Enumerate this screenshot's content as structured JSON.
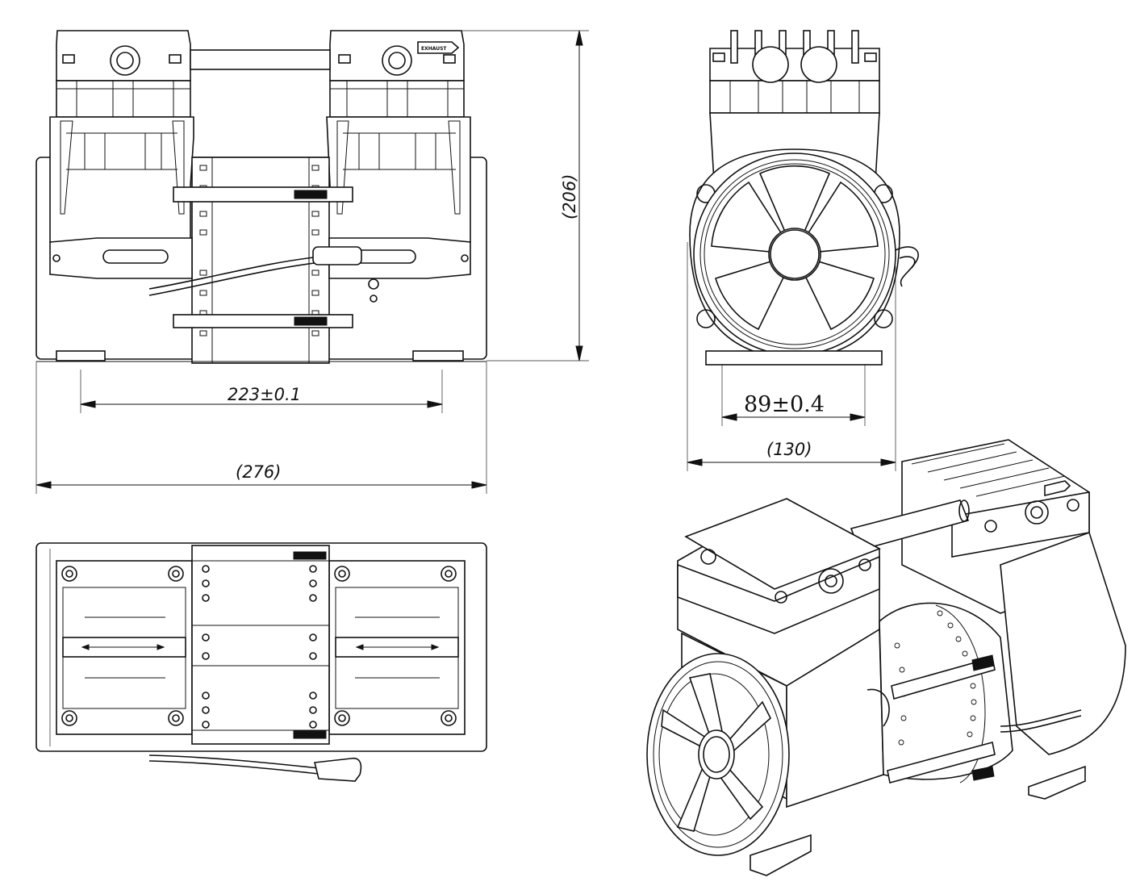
{
  "dimensions": {
    "front_height": "(206)",
    "mount_span": "223±0.1",
    "overall_length": "(276)",
    "side_mount_span": "89±0.4",
    "side_width": "(130)"
  },
  "labels": {
    "exhaust": "EXHAUST"
  }
}
